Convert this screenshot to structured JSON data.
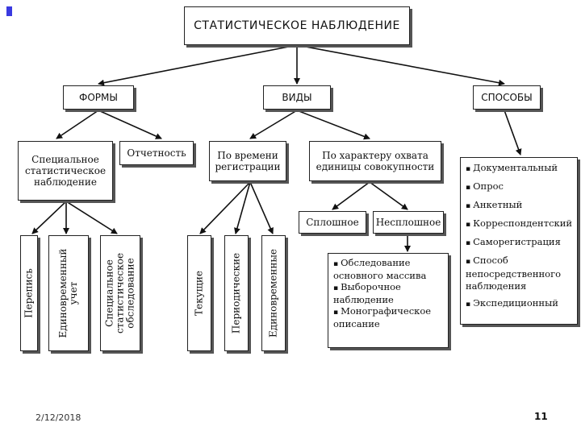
{
  "title": "СТАТИСТИЧЕСКОЕ НАБЛЮДЕНИЕ",
  "categories": {
    "forms": "ФОРМЫ",
    "types": "ВИДЫ",
    "methods": "СПОСОБЫ"
  },
  "forms": {
    "special": "Специальное статистическое наблюдение",
    "reporting": "Отчетность",
    "census": "Перепись",
    "one_time_account": "Единовременный учет",
    "special_survey": "Специальное статистическое обследование"
  },
  "types": {
    "by_time": "По времени регистрации",
    "by_coverage": "По характеру охвата единицы совокупности",
    "current": "Текущие",
    "periodic": "Периодические",
    "one_time": "Единовременные",
    "continuous": "Сплошное",
    "non_continuous": "Несплошное",
    "non_continuous_list": [
      "Обследование основного массива",
      "Выборочное наблюдение",
      "Монографическое описание"
    ]
  },
  "methods_list": [
    "Документальный",
    "Опрос",
    "Анкетный",
    "Корреспондентский",
    "Саморегистрация",
    "Способ непосредственного наблюдения",
    "Экспедиционный"
  ],
  "footer": {
    "date": "2/12/2018",
    "page": "11"
  }
}
